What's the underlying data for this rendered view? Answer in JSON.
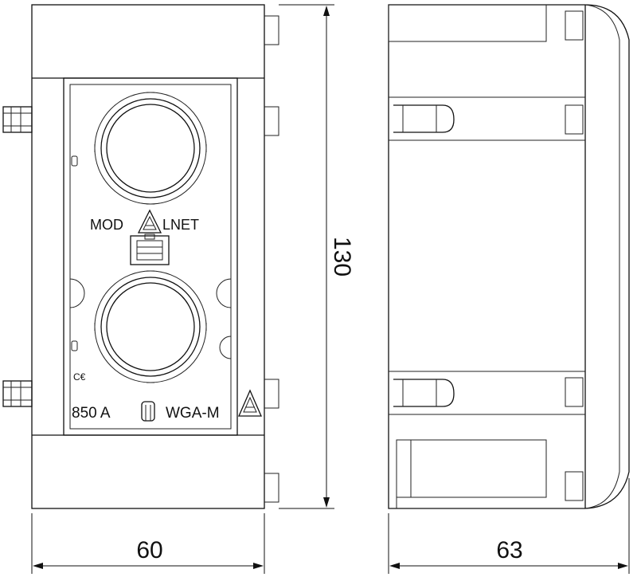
{
  "drawing": {
    "logo_left": "MOD",
    "logo_right": "LNET",
    "rating": "850 A",
    "model": "WGA-M",
    "ce_mark": "C€"
  },
  "dimensions": {
    "height": "130",
    "width_front": "60",
    "depth_side": "63"
  }
}
